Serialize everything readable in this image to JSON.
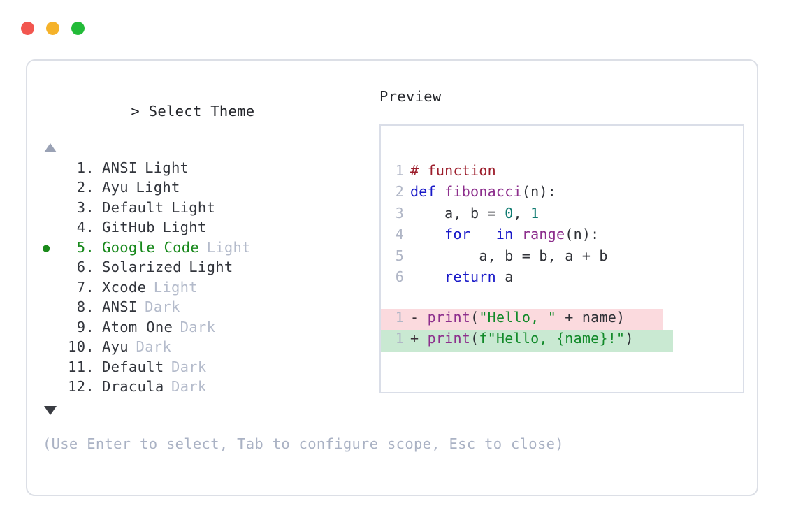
{
  "window": {
    "traffic_lights": [
      {
        "name": "close-button",
        "color": "#f2564f"
      },
      {
        "name": "minimize-button",
        "color": "#f5b22a"
      },
      {
        "name": "maximize-button",
        "color": "#22bb38"
      }
    ]
  },
  "selector": {
    "prompt_symbol": ">",
    "title": "Select Theme",
    "scroll_up_icon": "triangle-up-icon",
    "scroll_down_icon": "triangle-down-icon",
    "selected_index": 5,
    "bullet_glyph": "●",
    "items": [
      {
        "index": "1.",
        "name": "ANSI",
        "variant": "Light",
        "variant_muted": false,
        "selected": false
      },
      {
        "index": "2.",
        "name": "Ayu",
        "variant": "Light",
        "variant_muted": false,
        "selected": false
      },
      {
        "index": "3.",
        "name": "Default",
        "variant": "Light",
        "variant_muted": false,
        "selected": false
      },
      {
        "index": "4.",
        "name": "GitHub",
        "variant": "Light",
        "variant_muted": false,
        "selected": false
      },
      {
        "index": "5.",
        "name": "Google Code",
        "variant": "Light",
        "variant_muted": true,
        "selected": true
      },
      {
        "index": "6.",
        "name": "Solarized",
        "variant": "Light",
        "variant_muted": false,
        "selected": false
      },
      {
        "index": "7.",
        "name": "Xcode",
        "variant": "Light",
        "variant_muted": true,
        "selected": false
      },
      {
        "index": "8.",
        "name": "ANSI",
        "variant": "Dark",
        "variant_muted": true,
        "selected": false
      },
      {
        "index": "9.",
        "name": "Atom One",
        "variant": "Dark",
        "variant_muted": true,
        "selected": false
      },
      {
        "index": "10.",
        "name": "Ayu",
        "variant": "Dark",
        "variant_muted": true,
        "selected": false
      },
      {
        "index": "11.",
        "name": "Default",
        "variant": "Dark",
        "variant_muted": true,
        "selected": false
      },
      {
        "index": "12.",
        "name": "Dracula",
        "variant": "Dark",
        "variant_muted": true,
        "selected": false
      }
    ]
  },
  "help": {
    "text": "(Use Enter to select, Tab to configure scope, Esc to close)"
  },
  "preview": {
    "label": "Preview",
    "code_lines": [
      {
        "ln": "1",
        "tokens": [
          {
            "t": "# function",
            "c": "tok-comment"
          }
        ]
      },
      {
        "ln": "2",
        "tokens": [
          {
            "t": "def ",
            "c": "tok-keyword"
          },
          {
            "t": "fibonacci",
            "c": "tok-func"
          },
          {
            "t": "(n):",
            "c": "tok-punct"
          }
        ]
      },
      {
        "ln": "3",
        "tokens": [
          {
            "t": "    a, b = ",
            "c": "tok-plain"
          },
          {
            "t": "0",
            "c": "tok-number"
          },
          {
            "t": ", ",
            "c": "tok-plain"
          },
          {
            "t": "1",
            "c": "tok-number"
          }
        ]
      },
      {
        "ln": "4",
        "tokens": [
          {
            "t": "    ",
            "c": "tok-plain"
          },
          {
            "t": "for",
            "c": "tok-keyword"
          },
          {
            "t": " _ ",
            "c": "tok-plain"
          },
          {
            "t": "in",
            "c": "tok-keyword"
          },
          {
            "t": " ",
            "c": "tok-plain"
          },
          {
            "t": "range",
            "c": "tok-builtin"
          },
          {
            "t": "(n):",
            "c": "tok-punct"
          }
        ]
      },
      {
        "ln": "5",
        "tokens": [
          {
            "t": "        a, b = b, a + b",
            "c": "tok-plain"
          }
        ]
      },
      {
        "ln": "6",
        "tokens": [
          {
            "t": "    ",
            "c": "tok-plain"
          },
          {
            "t": "return",
            "c": "tok-keyword"
          },
          {
            "t": " a",
            "c": "tok-plain"
          }
        ]
      }
    ],
    "diff_lines": [
      {
        "ln": "1",
        "kind": "diff-del",
        "marker": "- ",
        "tokens": [
          {
            "t": "print",
            "c": "tok-builtin"
          },
          {
            "t": "(",
            "c": "tok-punct"
          },
          {
            "t": "\"Hello, \"",
            "c": "tok-string"
          },
          {
            "t": " + name)",
            "c": "tok-plain"
          }
        ]
      },
      {
        "ln": "1",
        "kind": "diff-add",
        "marker": "+ ",
        "tokens": [
          {
            "t": "print",
            "c": "tok-builtin"
          },
          {
            "t": "(",
            "c": "tok-punct"
          },
          {
            "t": "f\"Hello, ",
            "c": "tok-string"
          },
          {
            "t": "{name}",
            "c": "tok-string"
          },
          {
            "t": "!\"",
            "c": "tok-string"
          },
          {
            "t": ")",
            "c": "tok-punct"
          }
        ]
      }
    ]
  },
  "colors": {
    "card_border": "#dcdfe6",
    "code_border": "#dadee8",
    "selected_green": "#18891c",
    "muted_text": "#b4bbcb",
    "help_text": "#aab2c4",
    "diff_del_bg": "#fbdade",
    "diff_add_bg": "#c9e9d2"
  }
}
